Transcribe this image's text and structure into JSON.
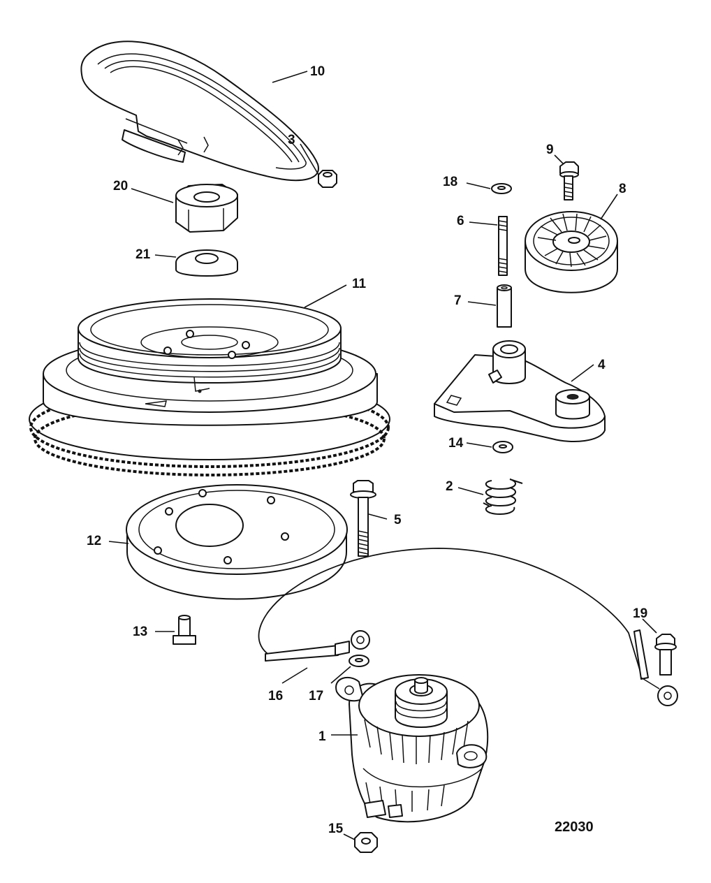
{
  "figure_number": "22030",
  "callouts": [
    {
      "id": "c1",
      "text": "1"
    },
    {
      "id": "c2",
      "text": "2"
    },
    {
      "id": "c3",
      "text": "3"
    },
    {
      "id": "c4",
      "text": "4"
    },
    {
      "id": "c5",
      "text": "5"
    },
    {
      "id": "c6",
      "text": "6"
    },
    {
      "id": "c7",
      "text": "7"
    },
    {
      "id": "c8",
      "text": "8"
    },
    {
      "id": "c9",
      "text": "9"
    },
    {
      "id": "c10",
      "text": "10"
    },
    {
      "id": "c11",
      "text": "11"
    },
    {
      "id": "c12",
      "text": "12"
    },
    {
      "id": "c13",
      "text": "13"
    },
    {
      "id": "c14",
      "text": "14"
    },
    {
      "id": "c15",
      "text": "15"
    },
    {
      "id": "c16",
      "text": "16"
    },
    {
      "id": "c17",
      "text": "17"
    },
    {
      "id": "c18",
      "text": "18"
    },
    {
      "id": "c19",
      "text": "19"
    },
    {
      "id": "c20",
      "text": "20"
    },
    {
      "id": "c21",
      "text": "21"
    }
  ]
}
